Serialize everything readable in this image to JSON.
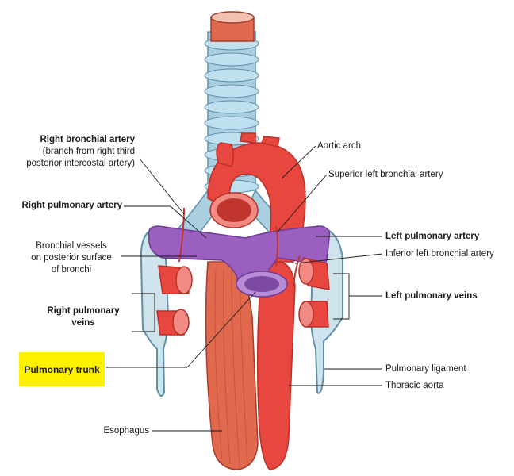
{
  "labels": {
    "right_bronchial_artery": "Right bronchial artery",
    "right_bronchial_artery_note_1": "(branch from right third",
    "right_bronchial_artery_note_2": "posterior intercostal artery)",
    "right_pulmonary_artery": "Right pulmonary artery",
    "bronchial_vessels_1": "Bronchial vessels",
    "bronchial_vessels_2": "on posterior surface",
    "bronchial_vessels_3": "of bronchi",
    "right_pulmonary_veins_1": "Right pulmonary",
    "right_pulmonary_veins_2": "veins",
    "pulmonary_trunk": "Pulmonary trunk",
    "esophagus": "Esophagus",
    "aortic_arch": "Aortic arch",
    "superior_left_bronchial_artery": "Superior left bronchial artery",
    "left_pulmonary_artery": "Left pulmonary artery",
    "inferior_left_bronchial_artery": "Inferior left bronchial artery",
    "left_pulmonary_veins": "Left pulmonary veins",
    "pulmonary_ligament": "Pulmonary ligament",
    "thoracic_aorta": "Thoracic aorta"
  },
  "colors": {
    "artery": "#e8473f",
    "artery_dark": "#b8302a",
    "pulmonary_artery": "#9b5fc0",
    "pulmonary_artery_dark": "#6e3a93",
    "trachea": "#a9cfe0",
    "trachea_dark": "#5d8fa8",
    "esophagus": "#e0694e",
    "pleura": "#8fb7cc",
    "highlight": "#fff200"
  }
}
